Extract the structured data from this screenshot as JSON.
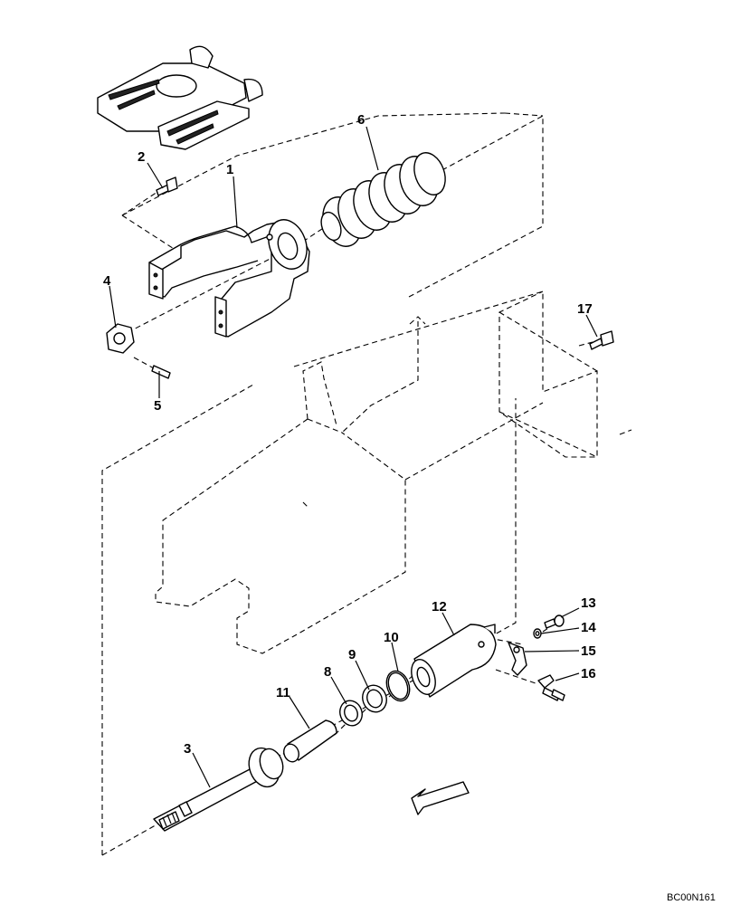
{
  "callouts": [
    {
      "id": "1",
      "label": "1"
    },
    {
      "id": "2",
      "label": "2"
    },
    {
      "id": "3",
      "label": "3"
    },
    {
      "id": "4",
      "label": "4"
    },
    {
      "id": "5",
      "label": "5"
    },
    {
      "id": "6",
      "label": "6"
    },
    {
      "id": "8",
      "label": "8"
    },
    {
      "id": "9",
      "label": "9"
    },
    {
      "id": "10",
      "label": "10"
    },
    {
      "id": "11",
      "label": "11"
    },
    {
      "id": "12",
      "label": "12"
    },
    {
      "id": "13",
      "label": "13"
    },
    {
      "id": "14",
      "label": "14"
    },
    {
      "id": "15",
      "label": "15"
    },
    {
      "id": "16",
      "label": "16"
    },
    {
      "id": "17",
      "label": "17"
    }
  ],
  "drawing_code": "BC00N161",
  "colors": {
    "line": "#000000",
    "background": "#ffffff",
    "shade": "#d9d9d9"
  },
  "icons": [
    "direction-arrow-icon"
  ]
}
